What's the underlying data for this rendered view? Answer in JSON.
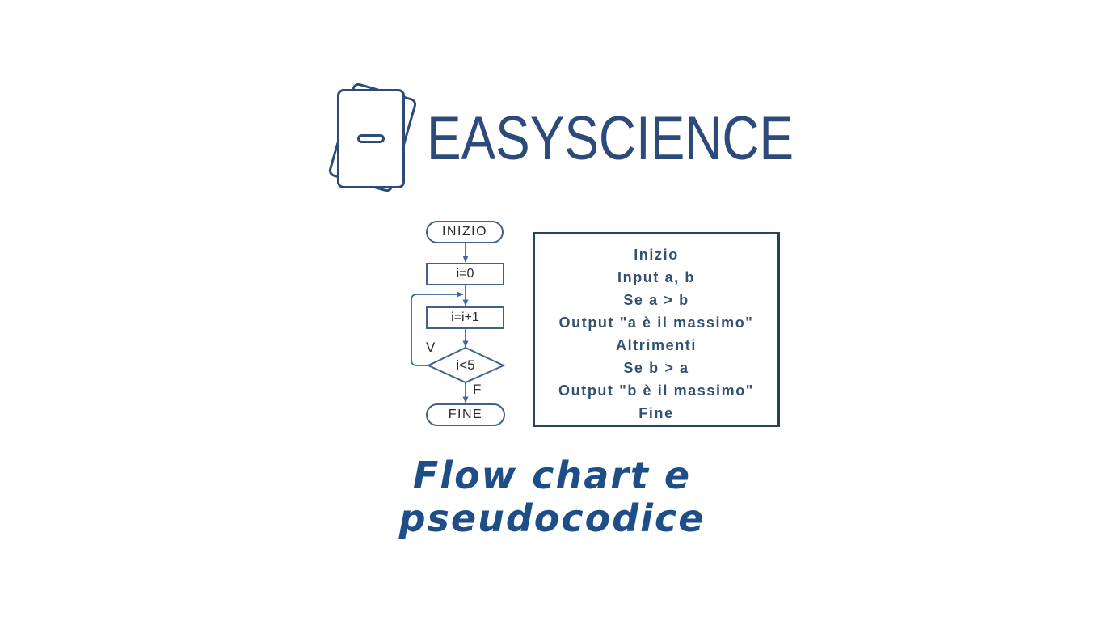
{
  "logo": {
    "title": "EASYSCIENCE",
    "icon": "cards-icon",
    "brand_color": "#2c4a7a"
  },
  "flowchart": {
    "nodes": [
      {
        "type": "terminator",
        "label": "INIZIO"
      },
      {
        "type": "process",
        "label": "i=0"
      },
      {
        "type": "process",
        "label": "i=i+1"
      },
      {
        "type": "decision",
        "label": "i<5"
      },
      {
        "type": "terminator",
        "label": "FINE"
      }
    ],
    "branch_labels": {
      "true": "V",
      "false": "F"
    },
    "shape_stroke_color": "#41608f",
    "arrow_color": "#3a68a8",
    "text_color": "#2b2b2b"
  },
  "pseudocode": {
    "lines": [
      "Inizio",
      "Input a, b",
      "Se a > b",
      "Output \"a è il massimo\"",
      "Altrimenti",
      "Se b > a",
      "Output \"b è il massimo\"",
      "Fine"
    ],
    "border_color": "#27425f",
    "text_color": "#32506f"
  },
  "caption": {
    "line1": "Flow chart e",
    "line2": "pseudocodice",
    "color": "#1d4e87"
  }
}
